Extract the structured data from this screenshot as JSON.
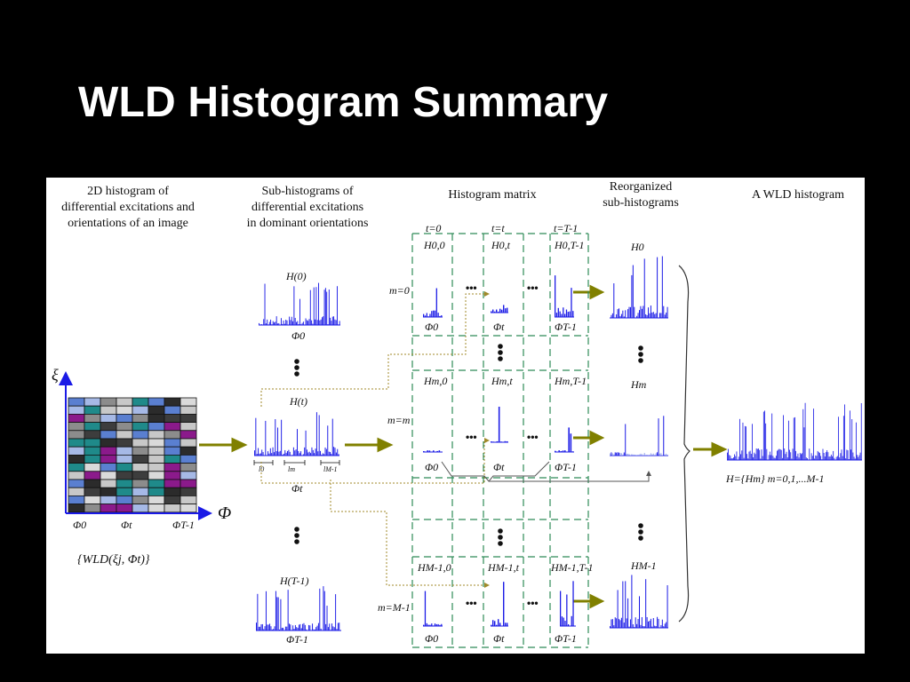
{
  "slide": {
    "title": "WLD Histogram Summary"
  },
  "captions": {
    "col1": [
      "2D histogram of",
      "differential excitations and",
      "orientations of an image"
    ],
    "col2": [
      "Sub-histograms of",
      "differential excitations",
      "in dominant orientations"
    ],
    "col3": [
      "Histogram matrix"
    ],
    "col4": [
      "Reorganized",
      "sub-histograms"
    ],
    "col5": [
      "A WLD histogram"
    ]
  },
  "axes": {
    "y_symbol": "ξ",
    "x_symbol": "Φ",
    "ticks": [
      "Φ0",
      "Φt",
      "ΦT-1"
    ]
  },
  "formula": "{WLD(ξj, Φt)}",
  "subhist": {
    "h0": "H(0)",
    "ht": "H(t)",
    "hT": "H(T-1)",
    "phi0": "Φ0",
    "phit": "Φt",
    "phiT": "ΦT-1",
    "l0": "l0",
    "lm": "lm",
    "lM": "lM-1"
  },
  "matrix": {
    "cols": [
      "t=0",
      "t=t",
      "t=T-1"
    ],
    "rows": [
      "m=0",
      "m=m",
      "m=M-1"
    ],
    "cells": [
      [
        "H0,0",
        "H0,t",
        "H0,T-1"
      ],
      [
        "Hm,0",
        "Hm,t",
        "Hm,T-1"
      ],
      [
        "HM-1,0",
        "HM-1,t",
        "HM-1,T-1"
      ]
    ],
    "phis": [
      "Φ0",
      "Φt",
      "ΦT-1"
    ],
    "ellipsis": "•••"
  },
  "reorg": {
    "h0": "H0",
    "hm": "Hm",
    "hM": "HM-1"
  },
  "wld": {
    "formula": "H={Hm} m=0,1,...M-1"
  },
  "colors": {
    "bar": "#1a1ae6",
    "arrow": "#808000",
    "grid": "#2e8b57",
    "guide": "#a08a2a"
  }
}
